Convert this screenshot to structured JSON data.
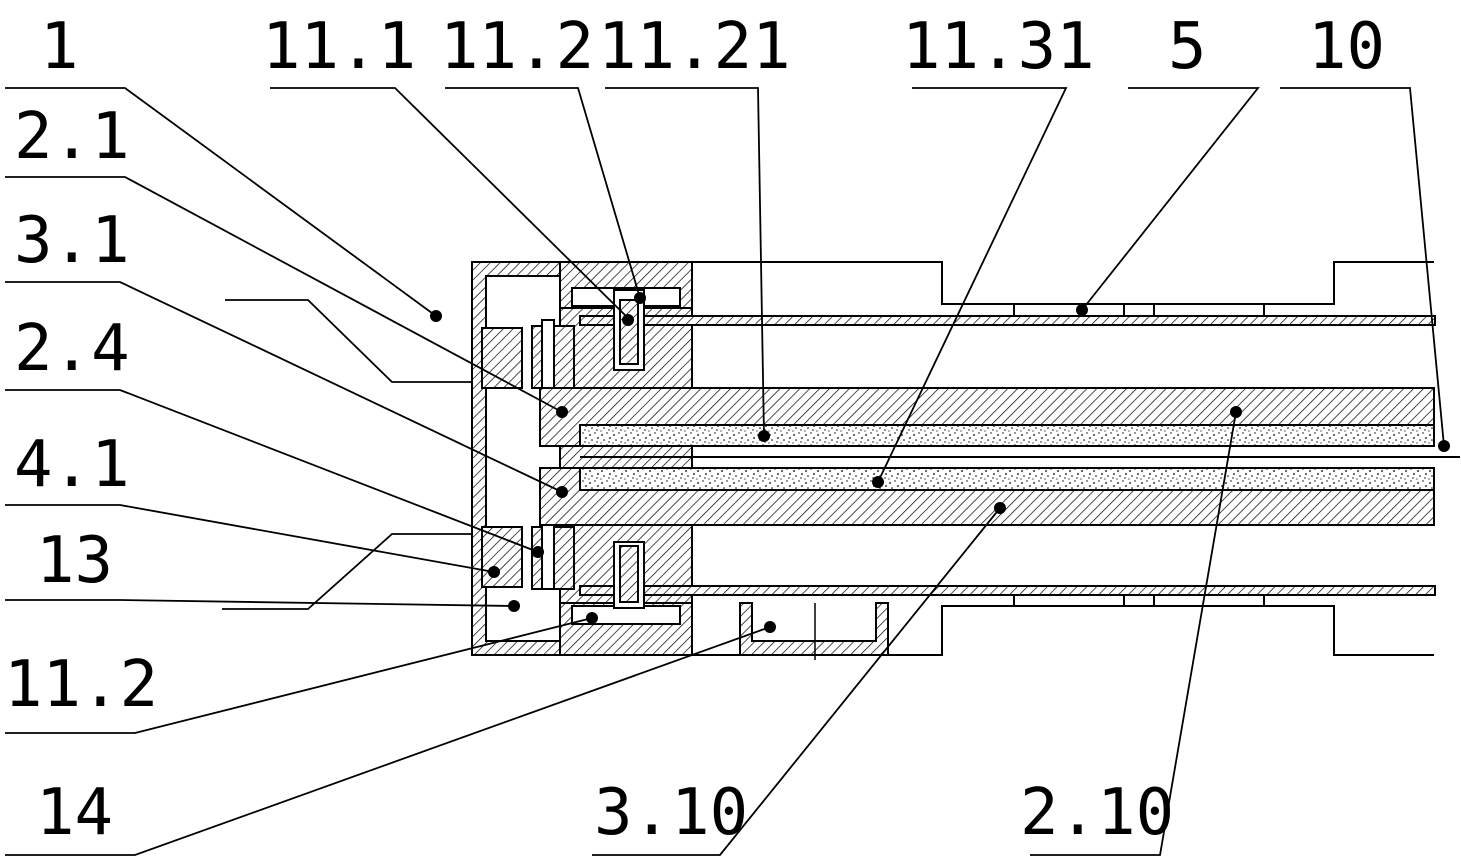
{
  "labels": {
    "top": [
      "1",
      "11.1",
      "11.2",
      "11.21",
      "11.31",
      "5",
      "10"
    ],
    "left": [
      "2.1",
      "3.1",
      "2.4",
      "4.1",
      "13",
      "11.2",
      "14"
    ],
    "bottom": [
      "3.10",
      "2.10"
    ]
  }
}
